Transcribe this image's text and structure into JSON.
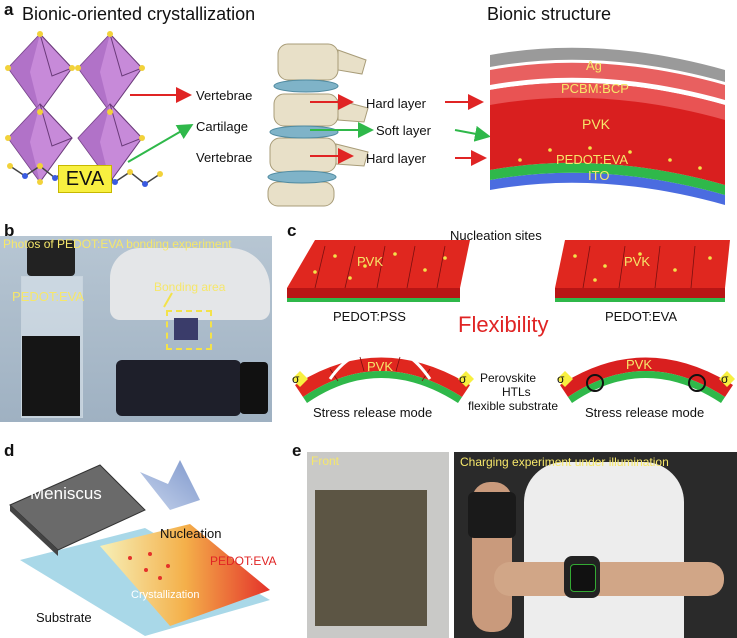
{
  "panel_a": {
    "letter": "a",
    "title_left": "Bionic-oriented crystallization",
    "title_right": "Bionic structure",
    "eva_label": "EVA",
    "spine_labels": [
      "Vertebrae",
      "Cartilage",
      "Vertebrae"
    ],
    "layer_roles": [
      "Hard layer",
      "Soft layer",
      "Hard layer"
    ],
    "stack_layers": [
      "Ag",
      "PCBM:BCP",
      "PVK",
      "PEDOT:EVA",
      "ITO"
    ]
  },
  "panel_b": {
    "letter": "b",
    "caption": "Photos of PEDOT:EVA bonding experiment",
    "vial_label": "PEDOT:EVA",
    "bonding_label": "Bonding area"
  },
  "panel_c": {
    "letter": "c",
    "nucleation": "Nucleation sites",
    "pvk": "PVK",
    "left_substrate": "PEDOT:PSS",
    "right_substrate": "PEDOT:EVA",
    "flexibility": "Flexibility",
    "legend_lines": [
      "Perovskite",
      "HTLs",
      "flexible substrate"
    ],
    "stress_mode": "Stress release mode",
    "sigma": "σ"
  },
  "panel_d": {
    "letter": "d",
    "meniscus": "Meniscus",
    "nucleation": "Nucleation",
    "pedot_eva": "PEDOT:EVA",
    "crystallization": "Crystallization",
    "substrate": "Substrate"
  },
  "panel_e": {
    "letter": "e",
    "front": "Front",
    "charging": "Charging experiment under illumination"
  },
  "colors": {
    "red": "#e02424",
    "pvk_red": "#d91f1f",
    "green": "#2fb84a",
    "blue_layer": "#5b6fd8",
    "purple": "#c58bd8",
    "yellow": "#f3e24a"
  }
}
